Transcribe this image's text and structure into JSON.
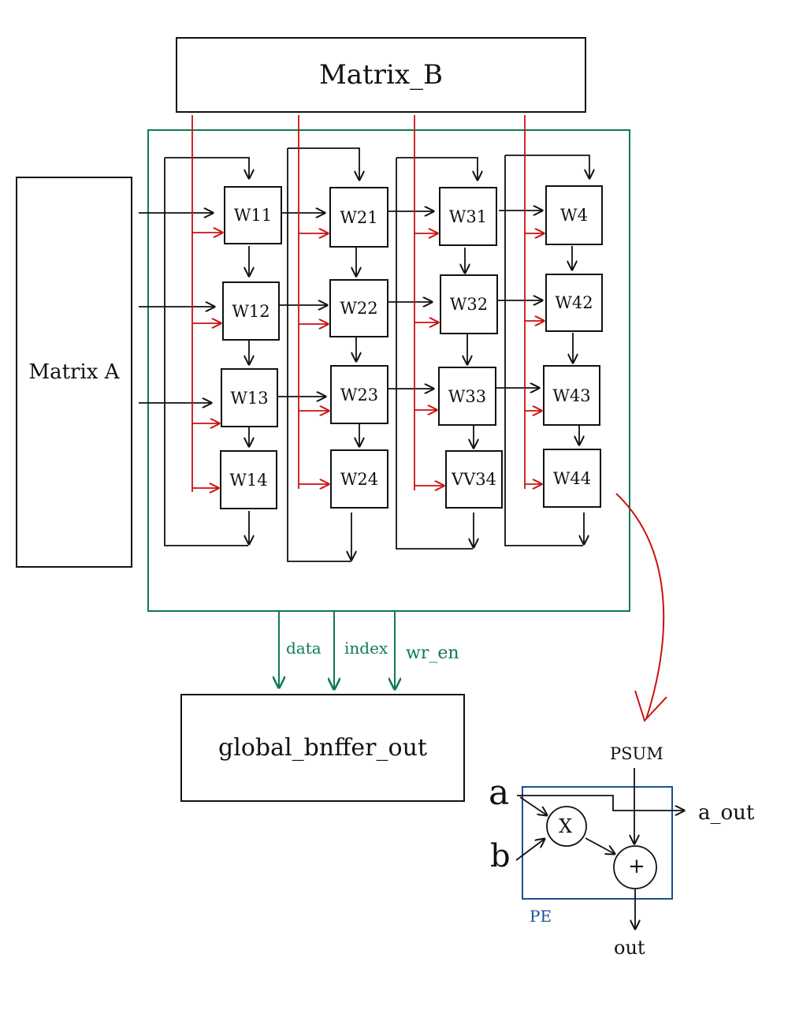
{
  "blocks": {
    "matrix_b": "Matrix_B",
    "matrix_a": "Matrix A",
    "global_buffer": "global_bnffer_out"
  },
  "array": {
    "pe_labels": [
      [
        "W11",
        "W12",
        "W13",
        "W14"
      ],
      [
        "W21",
        "W22",
        "W23",
        "W24"
      ],
      [
        "W31",
        "W32",
        "W33",
        "VV34"
      ],
      [
        "W4",
        "W42",
        "W43",
        "W44"
      ]
    ]
  },
  "buses": {
    "data": "data",
    "index": "index",
    "wr_en": "wr_en"
  },
  "pe_detail": {
    "title": "PE",
    "input_a": "a",
    "input_b": "b",
    "input_psum": "PSUM",
    "output_a": "a_out",
    "output_sum": "out",
    "multiply": "X",
    "add": "+"
  },
  "colors": {
    "ink": "#111111",
    "red": "#cc1111",
    "green": "#0f7a4f",
    "blue": "#1d4f96"
  }
}
